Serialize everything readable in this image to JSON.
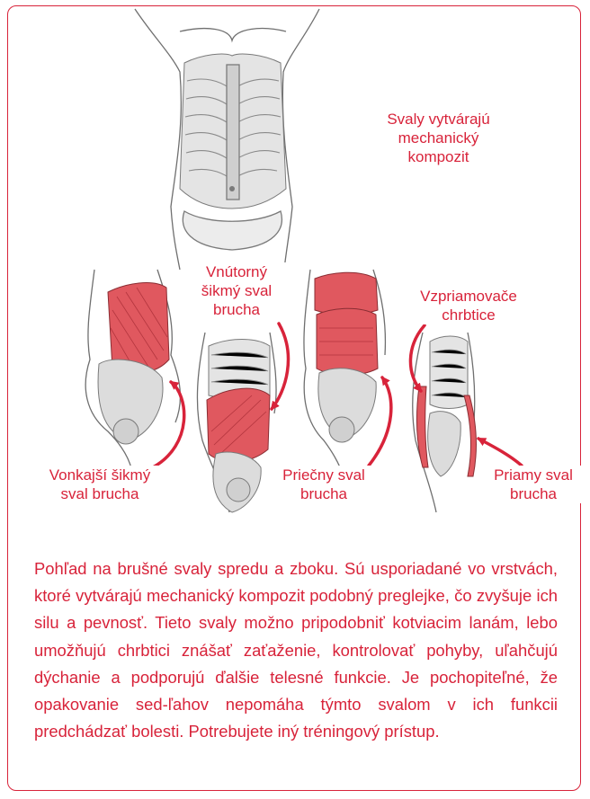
{
  "diagram": {
    "labels": {
      "composite": "Svaly vytvárajú\nmechanický\nkompozit",
      "internal_oblique": "Vnútorný\nšikmý sval\nbrucha",
      "erector_spinae": "Vzpriamovače\nchrbtice",
      "external_oblique": "Vonkajší šikmý\nsval brucha",
      "transversus": "Priečny sval\nbrucha",
      "rectus": "Priamy sval\nbrucha"
    },
    "caption": "Pohľad na brušné svaly spredu a zboku. Sú usporiadané vo vrstvách, ktoré vytvárajú mechanický kompozit podobný preglejke, čo zvyšuje ich silu a pevnosť. Tieto svaly možno pripodobniť kotviacim lanám, lebo umožňujú chrbtici znášať zaťaženie, kontrolovať pohyby, uľahčujú dýchanie a podporujú ďalšie telesné funkcie. Je pochopiteľné, že opakovanie sed-ľahov nepomáha týmto svalom v ich funkcii predchádzať bolesti. Potrebujete iný tréningový prístup.",
    "colors": {
      "accent": "#d8233a",
      "muscle": "#e0585f",
      "bone": "#d9d9d9",
      "outline": "#6f6f6f"
    }
  }
}
